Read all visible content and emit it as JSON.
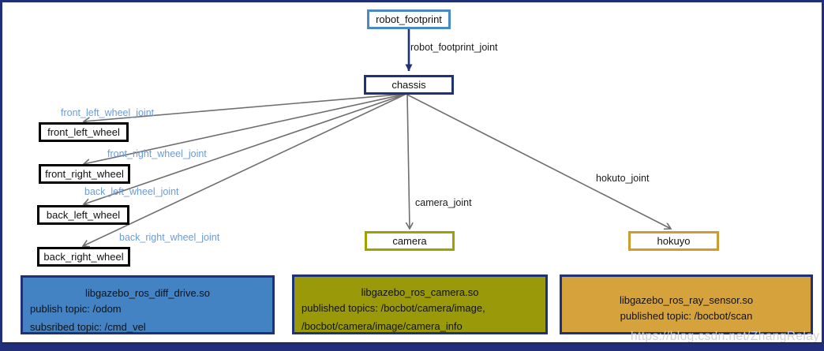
{
  "nodes": {
    "robot_footprint": {
      "label": "robot_footprint"
    },
    "chassis": {
      "label": "chassis"
    },
    "front_left_wheel": {
      "label": "front_left_wheel"
    },
    "front_right_wheel": {
      "label": "front_right_wheel"
    },
    "back_left_wheel": {
      "label": "back_left_wheel"
    },
    "back_right_wheel": {
      "label": "back_right_wheel"
    },
    "camera": {
      "label": "camera"
    },
    "hokuyo": {
      "label": "hokuyo"
    }
  },
  "joints": {
    "robot_footprint_joint": {
      "label": "robot_footprint_joint"
    },
    "front_left_wheel_joint": {
      "label": "front_left_wheel_joint"
    },
    "front_right_wheel_joint": {
      "label": "front_right_wheel_joint"
    },
    "back_left_wheel_joint": {
      "label": "back_left_wheel_joint"
    },
    "back_right_wheel_joint": {
      "label": "back_right_wheel_joint"
    },
    "camera_joint": {
      "label": "camera_joint"
    },
    "hokuto_joint": {
      "label": "hokuto_joint"
    }
  },
  "plugins": [
    {
      "title": "libgazebo_ros_diff_drive.so",
      "lines": [
        "publish topic: /odom",
        "subsribed topic: /cmd_vel"
      ]
    },
    {
      "title": "libgazebo_ros_camera.so",
      "lines": [
        "published topics: /bocbot/camera/image,",
        "/bocbot/camera/image/camera_info"
      ]
    },
    {
      "title": "libgazebo_ros_ray_sensor.so",
      "lines": [
        "published topic: /bocbot/scan"
      ]
    }
  ],
  "watermark": "https://blog.csdn.net/ZhangRelay",
  "colors": {
    "frame_border": "#1f2f7b",
    "arrow_gray": "#6e6e6e",
    "arrow_navy": "#1f3278",
    "robot_footprint_border": "#4a89c8",
    "chassis_border": "#1f3278",
    "wheel_border": "#000000",
    "camera_border": "#a0a000",
    "hokuyo_border": "#d09c30",
    "joint_label_blue": "#6d9bd3",
    "plugin_diff_drive_fill": "#4383c4",
    "plugin_camera_fill": "#99990a",
    "plugin_ray_sensor_fill": "#d6a23c",
    "watermark_text": "#d0d0d0"
  }
}
